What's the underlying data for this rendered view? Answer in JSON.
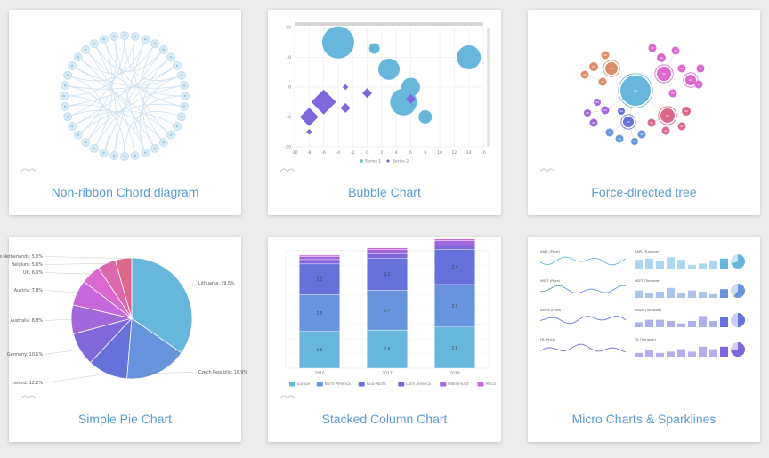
{
  "cards": [
    {
      "title": "Non-ribbon Chord diagram"
    },
    {
      "title": "Bubble Chart"
    },
    {
      "title": "Force-directed tree"
    },
    {
      "title": "Simple Pie Chart"
    },
    {
      "title": "Stacked Column Chart"
    },
    {
      "title": "Micro Charts & Sparklines"
    }
  ],
  "chart_data": [
    {
      "type": "scatter",
      "subtype": "bubble",
      "xlim": [
        -10,
        16
      ],
      "ylim": [
        -20,
        20
      ],
      "x_ticks": [
        "-10",
        "-8",
        "-6",
        "-4",
        "-2",
        "0",
        "2",
        "4",
        "6",
        "8",
        "10",
        "12",
        "14",
        "16"
      ],
      "y_ticks": [
        "20",
        "10",
        "0",
        "-10",
        "-20"
      ],
      "series": [
        {
          "name": "Series 1",
          "color": "#67b7dc",
          "points": [
            {
              "x": -4,
              "y": 15,
              "size": 10
            },
            {
              "x": 1,
              "y": 13,
              "size": 2
            },
            {
              "x": 3,
              "y": 6,
              "size": 6
            },
            {
              "x": 6,
              "y": 0,
              "size": 5
            },
            {
              "x": 5,
              "y": -5,
              "size": 8
            },
            {
              "x": 8,
              "y": -10,
              "size": 3
            },
            {
              "x": 14,
              "y": 10,
              "size": 7
            }
          ]
        },
        {
          "name": "Series 2",
          "color": "#8067dc",
          "points": [
            {
              "x": -6,
              "y": -5,
              "size": 10
            },
            {
              "x": -8,
              "y": -10,
              "size": 7
            },
            {
              "x": -3,
              "y": 0,
              "size": 1
            },
            {
              "x": -3,
              "y": -7,
              "size": 3
            },
            {
              "x": 0,
              "y": -2,
              "size": 3
            },
            {
              "x": 6,
              "y": -4,
              "size": 3
            },
            {
              "x": -8,
              "y": -15,
              "size": 1
            }
          ]
        }
      ]
    },
    {
      "type": "pie",
      "slices": [
        {
          "label": "Lithuania",
          "pct": "39.5%",
          "value": 39.5,
          "color": "#67b7dc"
        },
        {
          "label": "Czech Republic",
          "pct": "18.9%",
          "value": 18.9,
          "color": "#6794dc"
        },
        {
          "label": "Ireland",
          "pct": "12.2%",
          "value": 12.2,
          "color": "#6771dc"
        },
        {
          "label": "Germany",
          "pct": "10.1%",
          "value": 10.1,
          "color": "#8067dc"
        },
        {
          "label": "Australia",
          "pct": "8.8%",
          "value": 8.8,
          "color": "#a367dc"
        },
        {
          "label": "Austria",
          "pct": "7.8%",
          "value": 7.8,
          "color": "#c767dc"
        },
        {
          "label": "UK",
          "pct": "6.0%",
          "value": 6.0,
          "color": "#dc67ce"
        },
        {
          "label": "Belgium",
          "pct": "5.6%",
          "value": 5.6,
          "color": "#dc67ab"
        },
        {
          "label": "The Netherlands",
          "pct": "5.0%",
          "value": 5.0,
          "color": "#dc6788"
        }
      ]
    },
    {
      "type": "bar",
      "stacked": true,
      "categories": [
        "2016",
        "2017",
        "2018"
      ],
      "series": [
        {
          "name": "Europe",
          "color": "#67b7dc",
          "values": [
            2.5,
            2.6,
            2.8
          ]
        },
        {
          "name": "North America",
          "color": "#6794dc",
          "values": [
            2.5,
            2.7,
            2.9
          ]
        },
        {
          "name": "Asia-Pacific",
          "color": "#6771dc",
          "values": [
            2.1,
            2.2,
            2.4
          ]
        },
        {
          "name": "Latin America",
          "color": "#8067dc",
          "values": [
            0.3,
            0.3,
            0.3
          ]
        },
        {
          "name": "Middle-East",
          "color": "#a367dc",
          "values": [
            0.2,
            0.3,
            0.3
          ]
        },
        {
          "name": "Africa",
          "color": "#c767dc",
          "values": [
            0.1,
            0.1,
            0.1
          ]
        }
      ],
      "data_labels": [
        [
          "2.5",
          "2.5",
          "2.1"
        ],
        [
          "2.6",
          "2.7",
          "2.2"
        ],
        [
          "2.8",
          "2.9",
          "2.4"
        ]
      ],
      "ylim": [
        0,
        8
      ]
    }
  ],
  "force_nodes": [
    {
      "label": "Core",
      "color": "#67b7dc"
    },
    {
      "label": "N3",
      "color": "#6771dc"
    },
    {
      "label": "N9",
      "color": "#dc6788"
    }
  ],
  "micro_rows": [
    {
      "left_label": "AAPL (Price)",
      "right_label": "AAPL (Turnover)",
      "color": "#67b7dc",
      "bars": [
        0.7,
        0.8,
        0.6,
        0.9,
        0.7,
        0.3,
        0.4,
        0.6,
        0.8
      ],
      "pie": 0.7
    },
    {
      "left_label": "MSFT (Price)",
      "right_label": "MSFT (Turnover)",
      "color": "#6794dc",
      "bars": [
        0.6,
        0.4,
        0.5,
        0.8,
        0.4,
        0.6,
        0.5,
        0.3,
        0.7
      ],
      "pie": 0.6
    },
    {
      "left_label": "AMZN (Price)",
      "right_label": "AMZN (Turnover)",
      "color": "#6771dc",
      "bars": [
        0.4,
        0.6,
        0.6,
        0.5,
        0.3,
        0.5,
        0.9,
        0.5,
        0.8
      ],
      "pie": 0.5
    },
    {
      "left_label": "FB (Price)",
      "right_label": "FB (Turnover)",
      "color": "#8067dc",
      "bars": [
        0.3,
        0.5,
        0.3,
        0.4,
        0.6,
        0.4,
        0.8,
        0.6,
        0.8
      ],
      "pie": 0.75
    }
  ]
}
